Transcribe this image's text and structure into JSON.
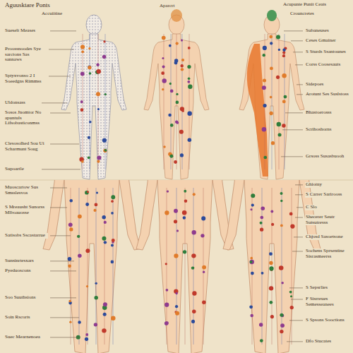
{
  "diagram": {
    "title": "Aguusktare Ponts",
    "labels": [
      "Accuiitine",
      "Aparcrt",
      "Acupunte Punit Ceats",
      "Crouncretes",
      "Sueselt Meases",
      "Proossnoodes Sye sarctons Sas sannaws",
      "Sptyxvonso 2 I Soeedgns Rimmss",
      "Uldonsass",
      "Sosos Jnomtor No apuntuls Lifsobasticonmss",
      "Clesosolhed Sou Ui Scharmunt Soug",
      "Supoartle",
      "Muoscartow Sus Smsslesvos",
      "S Mreausht Sunorss Mlboauosse",
      "Satisobs Sscastarrue",
      "Sunsinrtesxars",
      "Pyeduoscons",
      "Soo Suuthsions",
      "Soin Rscorts",
      "Suec Mearnenoea",
      "Subaneuses",
      "Ceses Gmainer",
      "S Sturds Ssantounes",
      "Corss Coosesauts",
      "Sidepoes",
      "Arotunt Ses Suslstoss",
      "Bhastoerosss",
      "Scrihoshorns",
      "Grsoss Susasbuooh",
      "Ghiotny",
      "S Carrer Sarirooss",
      "C Slo",
      "Shecerer Seutr Sutsutresss",
      "Chjosd Sasoetsone",
      "Sochens Sprsentine Sisrasmeerss",
      "S Sepsrlies",
      "F Sisrreues Semesseanees",
      "S Spsons Sooctions",
      "Dfo Stucates"
    ]
  }
}
